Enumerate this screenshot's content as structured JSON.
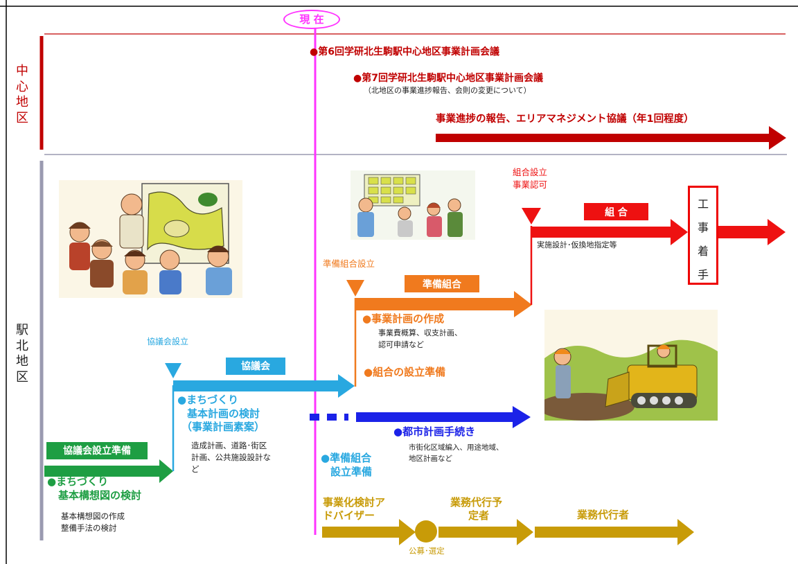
{
  "now_label": "現 在",
  "center_district": {
    "label": "中心地区",
    "meeting6": "●第6回学研北生駒駅中心地区事業計画会議",
    "meeting7": "●第7回学研北生駒駅中心地区事業計画会議",
    "meeting7_note": "（北地区の事業進捗報告、会則の変更について）",
    "ongoing": "事業進捗の報告、エリアマネジメント協議（年1回程度）"
  },
  "north_district": {
    "label": "駅北地区",
    "council_prep": {
      "tag": "協議会設立準備",
      "title_line1": "●まちづくり",
      "title_line2": "基本構想図の検討",
      "detail_line1": "基本構想図の作成",
      "detail_line2": "整備手法の検討"
    },
    "council": {
      "milestone": "協議会設立",
      "tag": "協議会",
      "title_line1": "●まちづくり",
      "title_line2": "基本計画の検討",
      "title_line3": "（事業計画素案）",
      "detail_line1": "造成計画、道路･街区",
      "detail_line2": "計画、公共施設設計な",
      "detail_line3": "ど"
    },
    "prep_union_setup": {
      "title_line1": "●準備組合",
      "title_line2": "設立準備"
    },
    "prep_union": {
      "milestone": "準備組合設立",
      "tag": "準備組合",
      "plan_title": "●事業計画の作成",
      "plan_detail_line1": "事業費概算、収支計画、",
      "plan_detail_line2": "認可申請など",
      "setup_title": "●組合の設立準備"
    },
    "union": {
      "milestone_line1": "組合設立",
      "milestone_line2": "事業認可",
      "tag": "組 合",
      "detail": "実施設計･仮換地指定等",
      "construction": [
        "工",
        "事",
        "着",
        "手"
      ]
    },
    "city_planning": {
      "title": "●都市計画手続き",
      "detail_line1": "市街化区域編入、用途地域、",
      "detail_line2": "地区計画など"
    },
    "agent": {
      "advisor_line1": "事業化検討ア",
      "advisor_line2": "ドバイザー",
      "selection": "公募･選定",
      "planned_line1": "業務代行予",
      "planned_line2": "定者",
      "agent": "業務代行者"
    }
  },
  "colors": {
    "now_line": "#ff33ff",
    "center": "#c00000",
    "union": "#ee1111",
    "prep_union": "#f07a1e",
    "council": "#29a8e0",
    "city_planning": "#1b22e8",
    "council_prep": "#1e9e43",
    "agent": "#c89b08"
  }
}
